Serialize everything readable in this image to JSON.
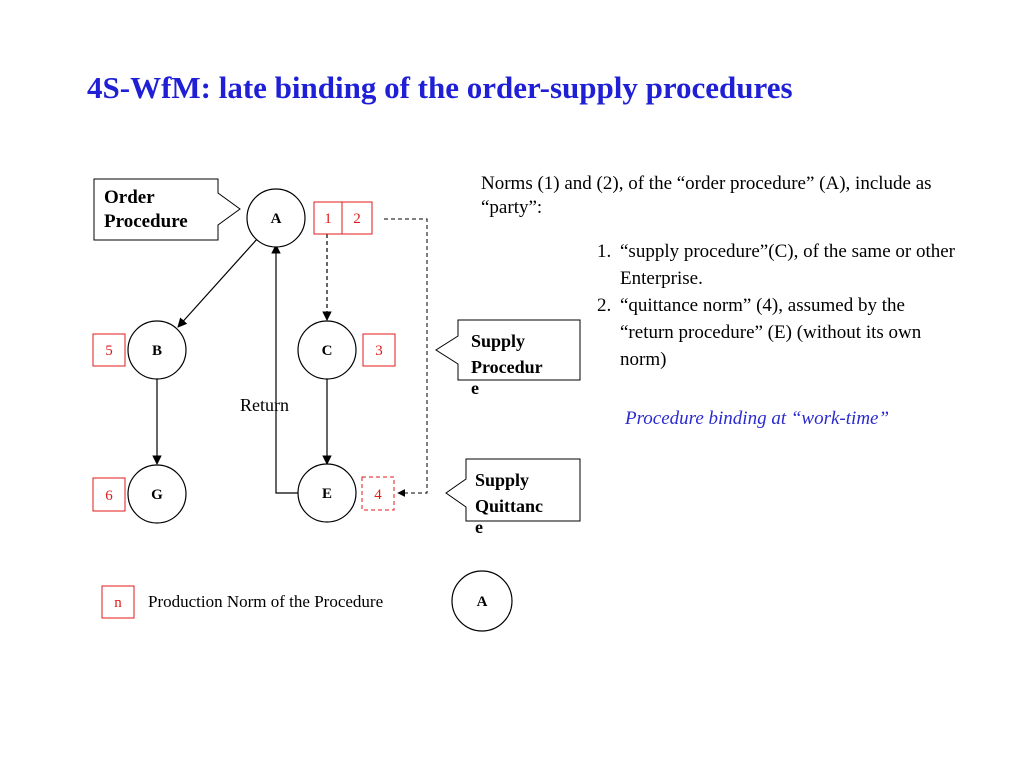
{
  "title": "4S-WfM: late binding of the order-supply procedures",
  "diagram": {
    "nodes": {
      "A": "A",
      "B": "B",
      "C": "C",
      "E": "E",
      "G": "G",
      "legend_node": "A"
    },
    "norms": {
      "n1": "1",
      "n2": "2",
      "n3": "3",
      "n4": "4",
      "n5": "5",
      "n6": "6",
      "legend_norm": "n"
    },
    "return_label": "Return",
    "order_procedure": [
      "Order",
      "Procedure"
    ],
    "supply_procedure": [
      "Supply",
      "Procedur",
      "e"
    ],
    "supply_quittance": [
      "Supply",
      "Quittanc",
      "e"
    ]
  },
  "text": {
    "intro": "Norms (1) and (2), of the “order procedure” (A), include as “party”:",
    "items": [
      {
        "num": "1.",
        "text": "“supply procedure”(C), of the same or other Enterprise."
      },
      {
        "num": "2.",
        "text": "“quittance norm” (4), assumed by the “return procedure” (E) (without its own norm)"
      }
    ],
    "note": "Procedure binding at “work-time”"
  },
  "legend": {
    "label": "Production Norm of the Procedure"
  },
  "colors": {
    "title": "#1f1fd6",
    "norm": "#e01a1a",
    "note": "#2a2ad0"
  }
}
